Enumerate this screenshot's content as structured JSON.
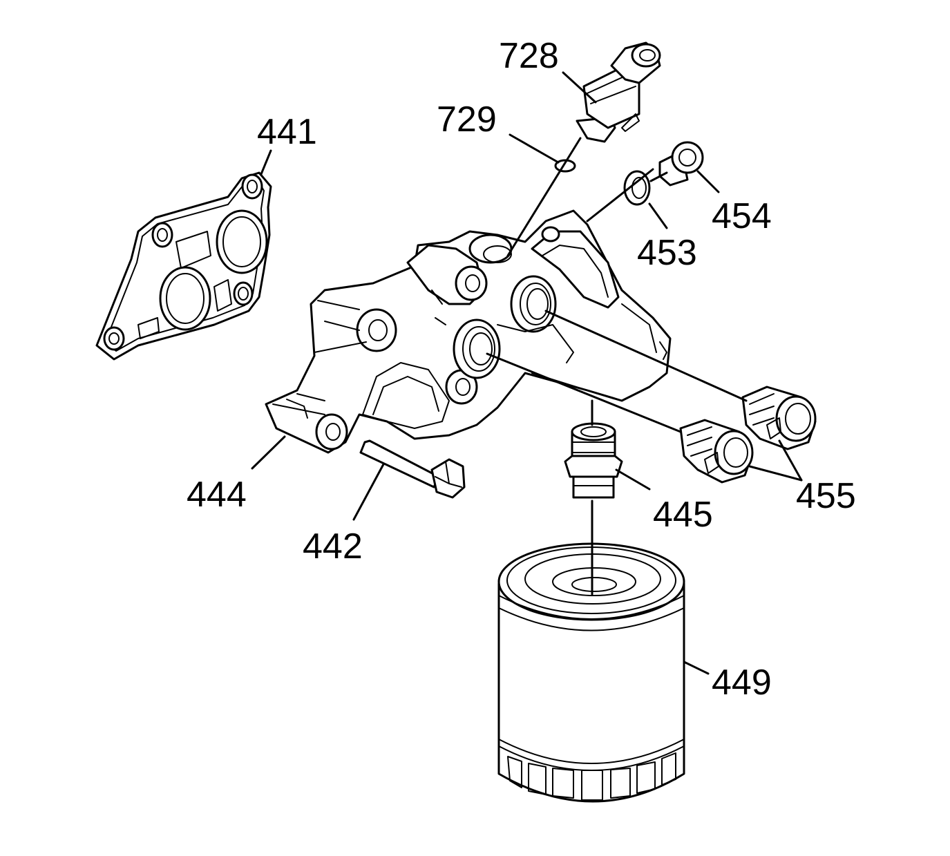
{
  "callouts": {
    "c728": "728",
    "c729": "729",
    "c441": "441",
    "c454": "454",
    "c453": "453",
    "c444": "444",
    "c442": "442",
    "c445": "445",
    "c455": "455",
    "c449": "449"
  },
  "colors": {
    "line": "#000000",
    "background": "#ffffff"
  }
}
